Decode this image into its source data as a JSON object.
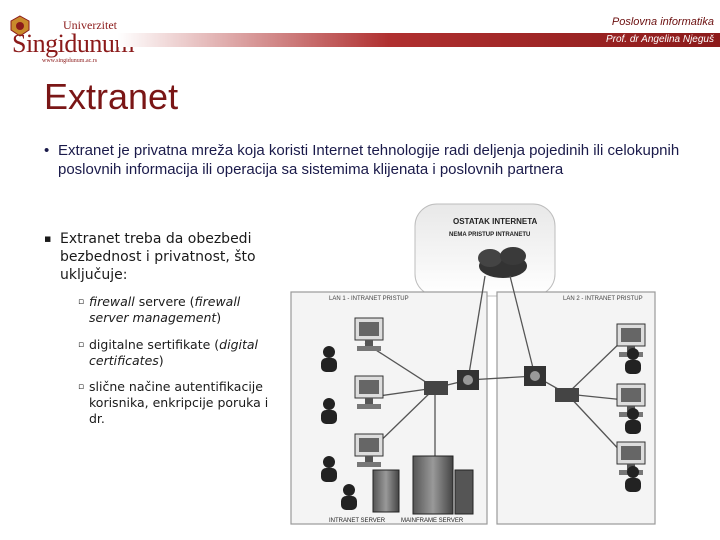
{
  "header": {
    "logo": {
      "univ": "Univerzitet",
      "name": "Singidunum",
      "url": "www.singidunum.ac.rs"
    },
    "course": "Poslovna informatika",
    "author": "Prof. dr Angelina Njeguš"
  },
  "slide": {
    "title": "Extranet",
    "bullet1": {
      "marker": "•",
      "text": "Extranet je privatna mreža koja koristi Internet tehnologije radi deljenja pojedinih ili celokupnih poslovnih informacija ili operacija sa sistemima klijenata i poslovnih partnera"
    },
    "bullet2": {
      "marker": "▪",
      "text": "Extranet treba da obezbedi bezbednost i privatnost, što uključuje:"
    },
    "subbullets": [
      {
        "marker": "▫",
        "italic1": "firewall",
        "plain1": " servere (",
        "italic2": "firewall server management",
        "plain2": ")"
      },
      {
        "marker": "▫",
        "plain1": "digitalne sertifikate (",
        "italic1": "digital certificates",
        "plain2": ")"
      },
      {
        "marker": "▫",
        "text": "slične načine autentifikacije korisnika, enkripcije poruka i dr."
      }
    ]
  },
  "diagram": {
    "internet_label": "OSTATAK INTERNETA",
    "internet_sublabel": "NEMA PRISTUP INTRANETU",
    "lan1_label": "LAN 1 - INTRANET PRISTUP",
    "lan2_label": "LAN 2 - INTRANET PRISTUP",
    "intranet_server_label": "INTRANET SERVER",
    "mainframe_server_label": "MAINFRAME SERVER"
  }
}
